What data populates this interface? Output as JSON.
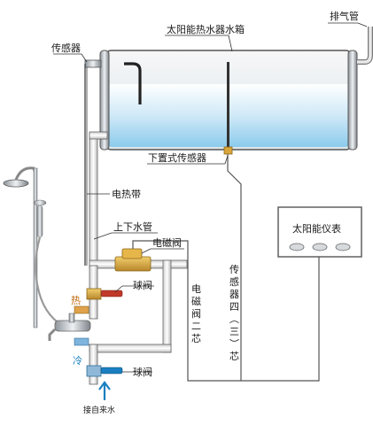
{
  "labels": {
    "tank": "太阳能热水器水箱",
    "exhaust_pipe": "排气管",
    "sensor_top": "传感器",
    "lower_sensor": "下置式传感器",
    "heating_band": "电热带",
    "up_down_pipe": "上下水管",
    "solenoid_valve": "电磁阀",
    "ball_valve_top": "球阀",
    "ball_valve_bottom": "球阀",
    "hot": "热",
    "cold": "冷",
    "water_inlet": "接自来水",
    "meter": "太阳能仪表",
    "sensor_wire_vertical": "传感器四(三)芯",
    "valve_wire_vertical": "电磁阀二芯"
  },
  "colors": {
    "pipe": "#ececec",
    "pipe_edge": "#555555",
    "water": "#9fd3ef",
    "hot": "#c06a10",
    "cold": "#1a7fc0",
    "valve": "#d9a63c"
  }
}
